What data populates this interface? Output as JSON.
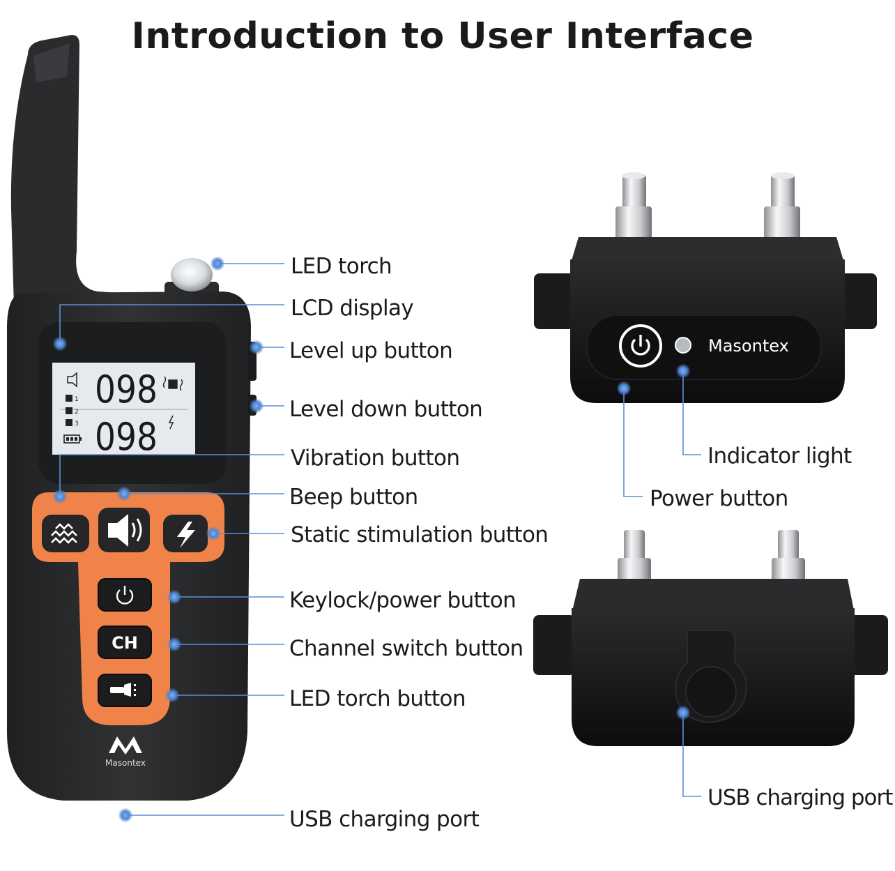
{
  "title": "Introduction to User Interface",
  "brand": "Masontex",
  "lcd": {
    "top_value": "098",
    "bottom_value": "098",
    "channels": [
      "1",
      "2",
      "3"
    ]
  },
  "buttons": {
    "channel_label": "CH"
  },
  "labels": {
    "led_torch": "LED torch",
    "lcd_display": "LCD display",
    "level_up": "Level up button",
    "level_down": "Level down button",
    "vibration": "Vibration button",
    "beep": "Beep button",
    "static": "Static stimulation button",
    "keylock_power": "Keylock/power button",
    "channel_switch": "Channel switch button",
    "led_torch_button": "LED torch button",
    "usb_remote": "USB charging port",
    "indicator_light": "Indicator light",
    "power_button": "Power button",
    "usb_collar": "USB charging port"
  },
  "colors": {
    "accent_orange": "#f0834a",
    "device_body": "#2b2c2e",
    "callout_blue": "#5b8fd4",
    "lcd_backlight": "#e6eaee"
  },
  "icons": [
    "vibration-icon",
    "speaker-icon",
    "lightning-icon",
    "power-icon",
    "flashlight-icon",
    "power-icon"
  ]
}
